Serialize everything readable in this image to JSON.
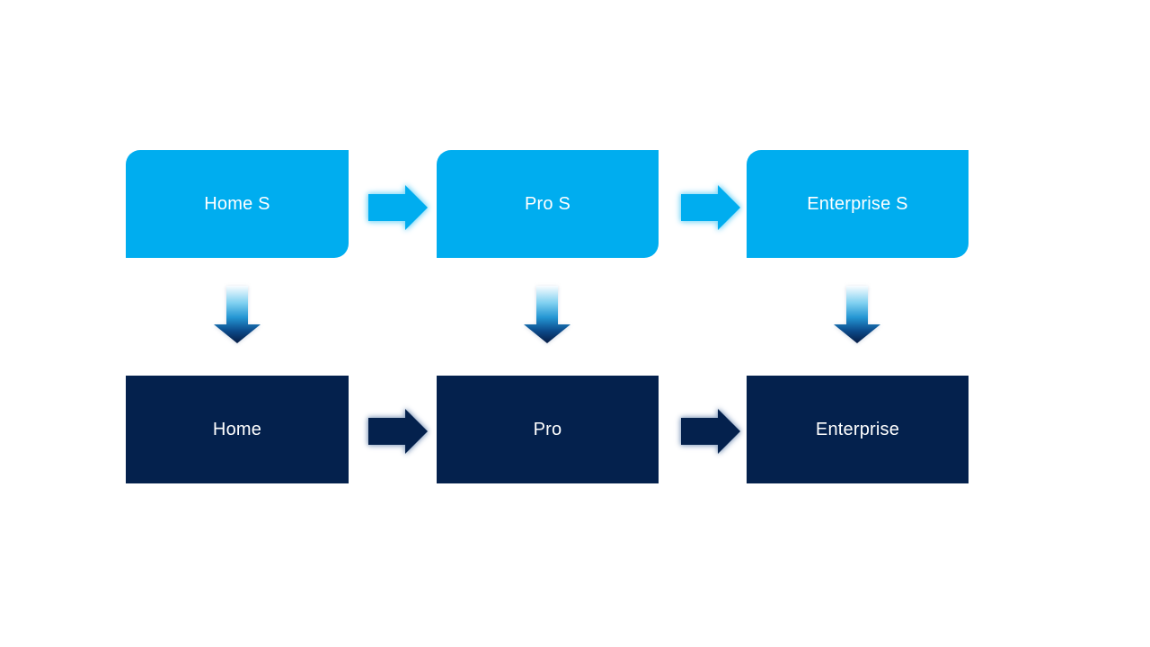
{
  "diagram": {
    "type": "flow-diagram",
    "description": "Two-row product edition flow: S-mode editions on top mapping down to full editions, each row chained left-to-right",
    "columns": [
      {
        "top": "Home S",
        "bottom": "Home"
      },
      {
        "top": "Pro S",
        "bottom": "Pro"
      },
      {
        "top": "Enterprise S",
        "bottom": "Enterprise"
      }
    ],
    "icons": {
      "right_arrow_top_row": "right-arrow-icon",
      "right_arrow_bottom_row": "right-arrow-icon",
      "down_arrow": "down-arrow-icon"
    },
    "colors": {
      "page_bg": "#FFFFFF",
      "light_blue": "#00ADEF",
      "dark_navy": "#04214D",
      "text_color": "#FFFFFF",
      "glow_light": "#8EDCF8",
      "glow_dark": "#9FB2CC",
      "grad_top": "#FAFDFF",
      "grad_light": "#7FD0F0",
      "grad_mid": "#2496D3",
      "grad_deep": "#0C4C8C",
      "grad_bottom": "#061C44"
    }
  }
}
